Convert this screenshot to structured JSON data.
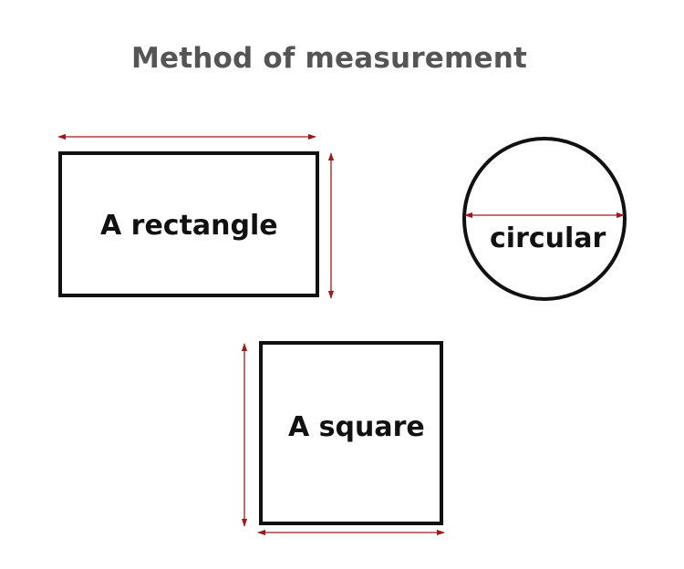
{
  "title": "Method of measurement",
  "shapes": {
    "rectangle": {
      "label": "A rectangle"
    },
    "circle": {
      "label": "circular"
    },
    "square": {
      "label": "A square"
    }
  },
  "colors": {
    "outline": "#111111",
    "dimension_arrow": "#9b1c1c",
    "title_text": "#555555"
  }
}
